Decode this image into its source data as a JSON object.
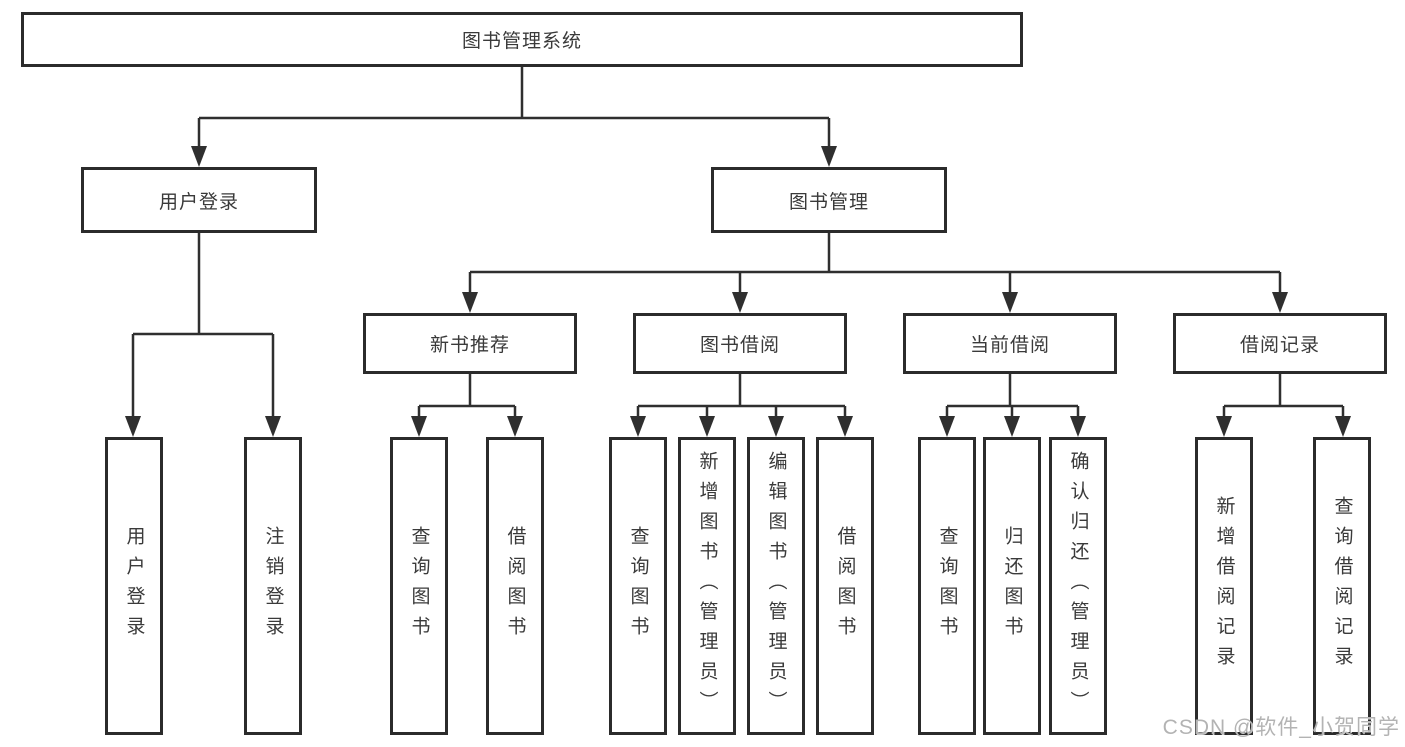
{
  "colors": {
    "line": "#2f2f2f",
    "border": "#2b2b2b",
    "text": "#3a3a3a",
    "background": "#ffffff",
    "watermark": "#b3b3b3"
  },
  "watermark": "CSDN @软件_小贺同学",
  "tree": {
    "label": "图书管理系统",
    "children": [
      {
        "label": "用户登录",
        "children": [
          {
            "label": "用户登录"
          },
          {
            "label": "注销登录"
          }
        ]
      },
      {
        "label": "图书管理",
        "children": [
          {
            "label": "新书推荐",
            "children": [
              {
                "label": "查询图书"
              },
              {
                "label": "借阅图书"
              }
            ]
          },
          {
            "label": "图书借阅",
            "children": [
              {
                "label": "查询图书"
              },
              {
                "label": "新增图书（管理员）"
              },
              {
                "label": "编辑图书（管理员）"
              },
              {
                "label": "借阅图书"
              }
            ]
          },
          {
            "label": "当前借阅",
            "children": [
              {
                "label": "查询图书"
              },
              {
                "label": "归还图书"
              },
              {
                "label": "确认归还（管理员）"
              }
            ]
          },
          {
            "label": "借阅记录",
            "children": [
              {
                "label": "新增借阅记录"
              },
              {
                "label": "查询借阅记录"
              }
            ]
          }
        ]
      }
    ]
  }
}
